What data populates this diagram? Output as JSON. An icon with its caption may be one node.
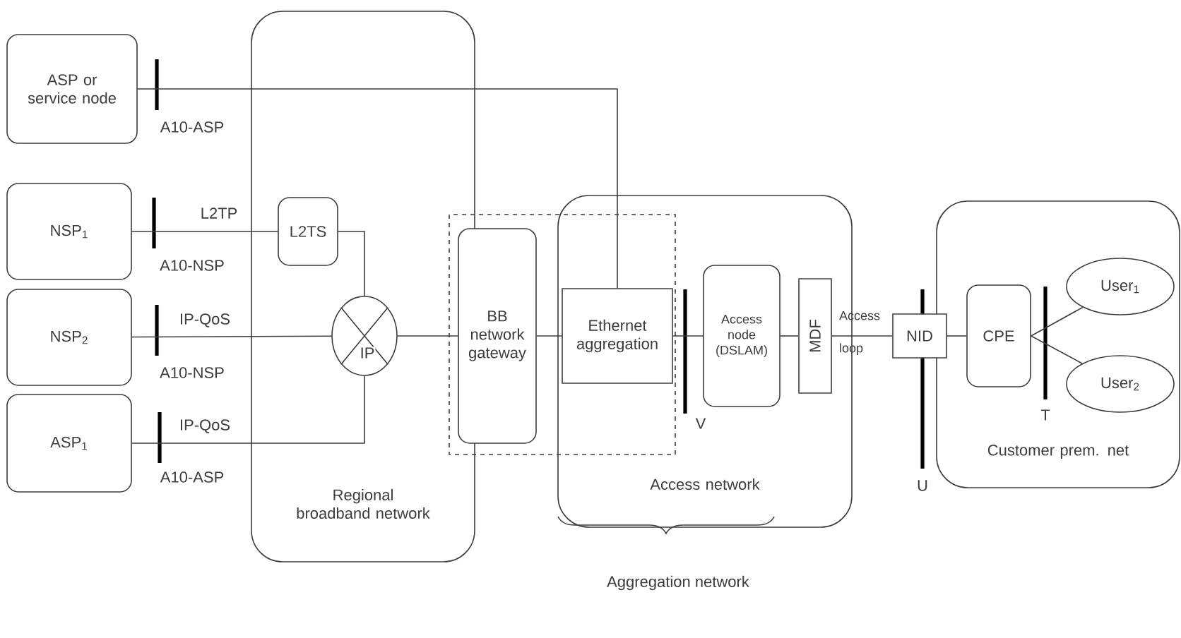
{
  "diagram": {
    "nodes": [
      {
        "text": [
          "Regional broadband network"
        ]
      },
      {
        "text": [
          "Access network"
        ]
      },
      {
        "text": [
          "Customer prem. net"
        ]
      },
      {
        "text": [
          "ASP or service node"
        ]
      },
      {
        "text": [
          "NSP$_{1}$"
        ]
      },
      {
        "text": [
          "NSP$_{2}$"
        ]
      },
      {
        "text": [
          "ASP$_{1}$"
        ]
      },
      {
        "text": [
          "L2TS"
        ],
        "in": 0
      },
      {
        "text": [
          "IP"
        ],
        "in": 0
      },
      {
        "text": [
          "BB network gateway"
        ]
      },
      {
        "text": [
          "Ethernet aggregation"
        ],
        "in": 1
      },
      {
        "text": [
          "Access node (DSLAM)"
        ],
        "in": 1
      },
      {
        "text": [
          "MDF"
        ],
        "in": 1
      },
      {
        "text": [
          "NID"
        ]
      },
      {
        "text": [
          "CPE"
        ],
        "in": 2
      },
      {
        "text": [
          "User$_{1}$"
        ],
        "in": 2
      },
      {
        "text": [
          "User$_{2}$"
        ],
        "in": 2
      }
    ],
    "edges": [
      {
        "from": 3,
        "to": 10,
        "arrow": "none"
      },
      {
        "from": 4,
        "to": 7,
        "arrow": "none",
        "label": "L2TP"
      },
      {
        "from": 7,
        "to": 8,
        "arrow": "none"
      },
      {
        "from": 5,
        "to": 8,
        "arrow": "none",
        "label": "IP-QoS"
      },
      {
        "from": 6,
        "to": 8,
        "arrow": "none",
        "label": "IP-QoS"
      },
      {
        "from": 8,
        "to": 9,
        "arrow": "none"
      },
      {
        "from": 9,
        "to": 10,
        "arrow": "none"
      },
      {
        "from": 10,
        "to": 11,
        "arrow": "none"
      },
      {
        "from": 11,
        "to": 12,
        "arrow": "none"
      },
      {
        "from": 12,
        "to": 13,
        "arrow": "none"
      },
      {
        "from": 13,
        "to": 14,
        "arrow": "none"
      },
      {
        "from": 14,
        "to": 15,
        "arrow": "none"
      },
      {
        "from": 14,
        "to": 16,
        "arrow": "none"
      }
    ],
    "labels": [
      "A10-ASP",
      "A10-NSP",
      "A10-NSP",
      "A10-ASP",
      "V",
      "Access loop",
      "U",
      "T",
      "Aggregation network"
    ]
  }
}
